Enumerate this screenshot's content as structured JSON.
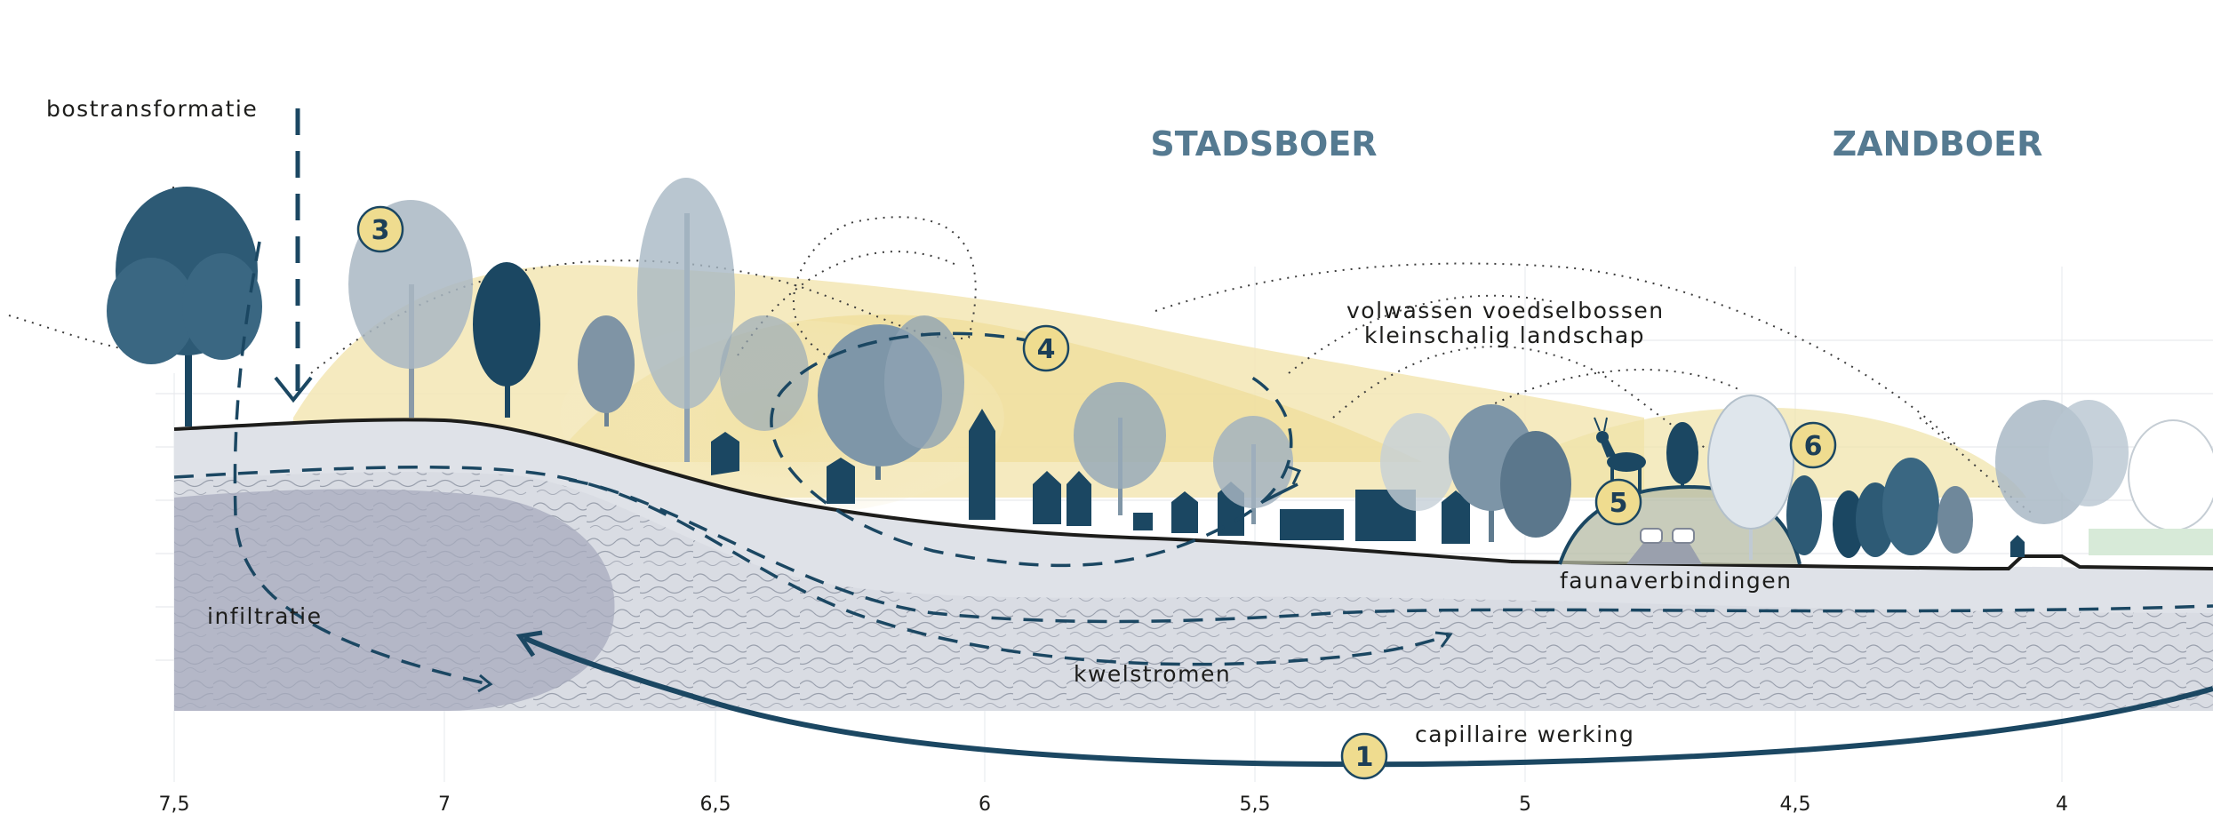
{
  "zones": {
    "stadsboer": "STADSBOER",
    "zandboer": "ZANDBOER"
  },
  "labels": {
    "bostransformatie": "bostransformatie",
    "voedselbossen": "volwassen voedselbossen",
    "landschap": "kleinschalig landschap",
    "faunaverbindingen": "faunaverbindingen",
    "infiltratie": "infiltratie",
    "kwelstromen": "kwelstromen",
    "capillaire": "capillaire werking"
  },
  "markers": [
    "1",
    "3",
    "4",
    "5",
    "6"
  ],
  "axis": {
    "ticks": [
      "7,5",
      "7",
      "6,5",
      "6",
      "5,5",
      "5",
      "4,5",
      "4"
    ]
  },
  "colors": {
    "navy": "#1b4762",
    "slate": "#557a91",
    "yellow": "#f3e6b4",
    "yellow_badge": "#efdc8f",
    "soil": "#dfe2e8",
    "deep_soil": "#c9ccd6",
    "gray_blob": "#a7abbd"
  },
  "icons": [
    "tree-icon",
    "house-icon",
    "car-icon",
    "deer-icon"
  ]
}
